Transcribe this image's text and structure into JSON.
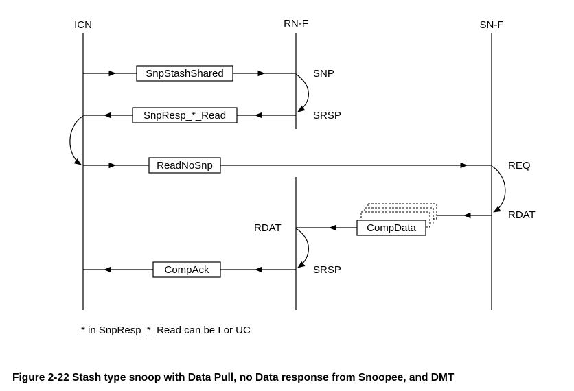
{
  "nodes": {
    "icn": "ICN",
    "rnf": "RN-F",
    "snf": "SN-F"
  },
  "messages": {
    "snp_stash_shared": "SnpStashShared",
    "snp_resp_read": "SnpResp_*_Read",
    "read_no_snp": "ReadNoSnp",
    "comp_data": "CompData",
    "comp_ack": "CompAck"
  },
  "labels": {
    "snp": "SNP",
    "srsp_1": "SRSP",
    "req": "REQ",
    "rdat_snf": "RDAT",
    "rdat_rnf": "RDAT",
    "srsp_2": "SRSP"
  },
  "footnote": "* in SnpResp_*_Read can be I or UC",
  "caption": "Figure 2-22 Stash type snoop with Data Pull, no Data response from Snoopee, and DMT"
}
